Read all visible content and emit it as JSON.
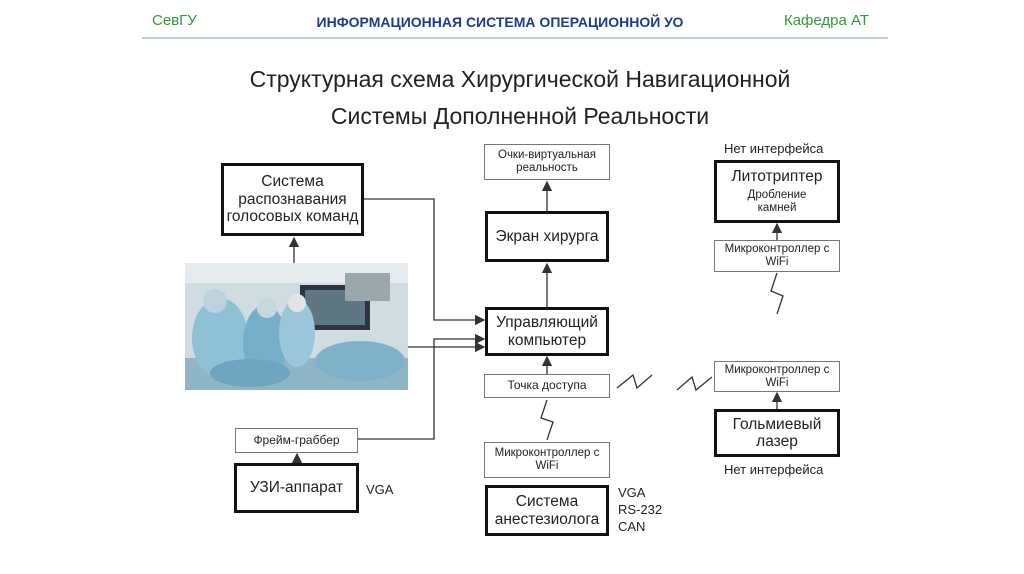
{
  "header": {
    "left": "СевГУ",
    "center": "ИНФОРМАЦИОННАЯ СИСТЕМА ОПЕРАЦИОННОЙ УО",
    "right": "Кафедра АТ"
  },
  "title": {
    "line1": "Структурная схема Хирургической Навигационной",
    "line2": "Системы Дополненной Реальности"
  },
  "diagram": {
    "voice": "Система распознавания голосовых команд",
    "vr_glasses": "Очки-виртуальная реальность",
    "surgeon_screen": "Экран хирурга",
    "control_pc": "Управляющий компьютер",
    "access_point": "Точка доступа",
    "mcu_center": "Микроконтроллер с WiFi",
    "anesthesia": "Система анестезиолога",
    "anesthesia_ports": [
      "VGA",
      "RS-232",
      "CAN"
    ],
    "frame_grabber": "Фрейм-граббер",
    "ultrasound": "УЗИ-аппарат",
    "ultrasound_port": "VGA",
    "no_iface_top": "Нет интерфейса",
    "lithotripter": "Литотриптер",
    "lithotripter_sub": "Дробление камней",
    "mcu_top": "Микроконтроллер с WiFi",
    "mcu_bottom": "Микроконтроллер с WiFi",
    "laser": "Гольмиевый лазер",
    "no_iface_bottom": "Нет интерфейса"
  }
}
